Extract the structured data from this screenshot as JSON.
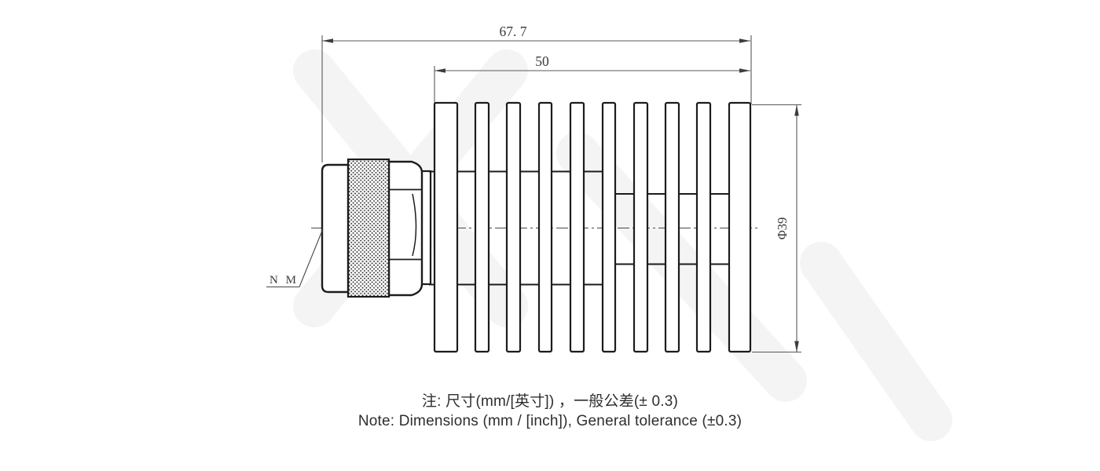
{
  "drawing": {
    "type": "engineering-dimension-drawing",
    "subject": "coaxial-termination-load-with-heatsink",
    "dimensions": {
      "overall_length": "67. 7",
      "heatsink_length": "50",
      "diameter": "Φ39"
    },
    "connector_label": "N M",
    "colors": {
      "outline": "#1c1c1e",
      "dimension_line": "#58585a",
      "dimension_text": "#3a3a3c",
      "centerline": "#48484a",
      "knurl": "#2f2f31",
      "watermark": "#f3f3f3",
      "background": "#ffffff",
      "note_text": "#2e2e30"
    }
  },
  "notes": {
    "zh": "注: 尺寸(mm/[英寸]) ，一般公差(± 0.3)",
    "en": "Note: Dimensions (mm / [inch]), General tolerance (±0.3)"
  }
}
